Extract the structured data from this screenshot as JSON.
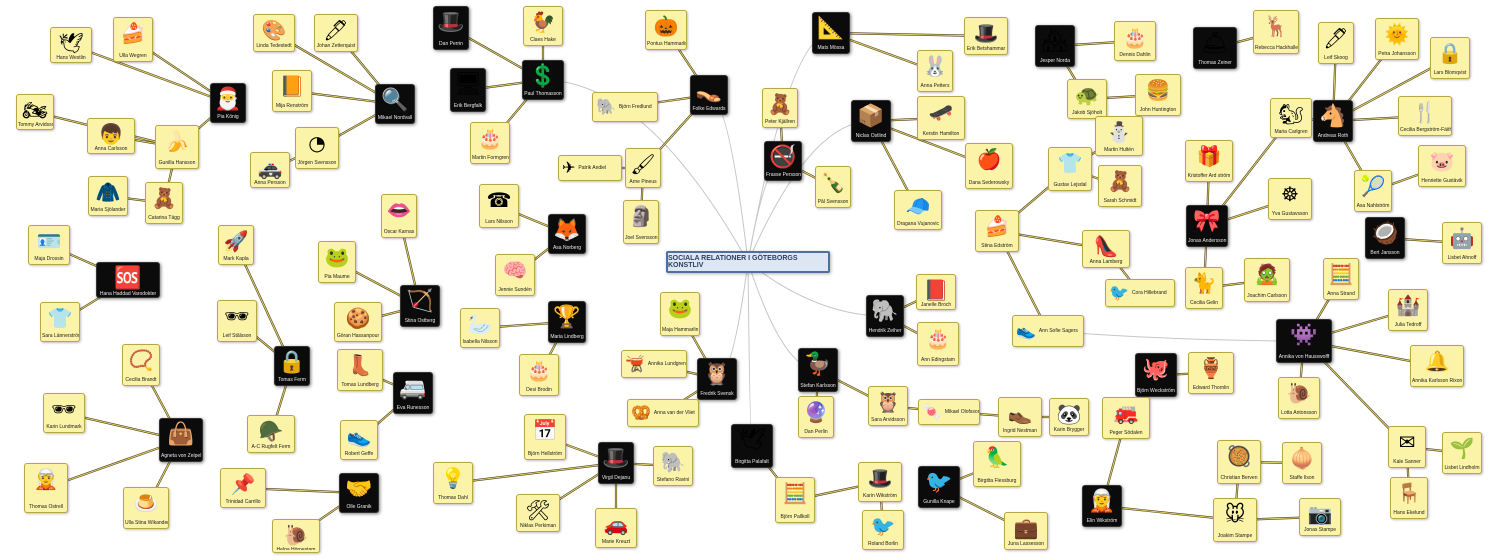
{
  "center": {
    "label": "SOCIALA RELATIONER I GÖTEBORGS KONSTLIV"
  },
  "nodes": [
    {
      "id": "hans_westlin",
      "label": "Hans Westlin",
      "icon": "🕊",
      "icon_name": "seagull-icon"
    },
    {
      "id": "ulla_wegren",
      "label": "Ulla Wegren",
      "icon": "🍰",
      "icon_name": "cake-icon"
    },
    {
      "id": "tommy_arvidsson",
      "label": "Tommy Arvidsson",
      "icon": "🏍",
      "icon_name": "motorbike-icon"
    },
    {
      "id": "anna_carlsson",
      "label": "Anna Carlsson",
      "icon": "👦",
      "icon_name": "face-icon"
    },
    {
      "id": "pia_konig",
      "label": "Pia König",
      "icon": "🎅",
      "icon_name": "santa-hat-icon"
    },
    {
      "id": "gunilla_hansson",
      "label": "Gunilla Hansson",
      "icon": "🍌",
      "icon_name": "banana-icon"
    },
    {
      "id": "maria_sjolander",
      "label": "Maria Sjölander",
      "icon": "🧥",
      "icon_name": "figure-icon"
    },
    {
      "id": "catarina_tagg",
      "label": "Catarina Tägg",
      "icon": "🧸",
      "icon_name": "gummy-bear-icon"
    },
    {
      "id": "linda_tedestedt",
      "label": "Linda Tedestedt",
      "icon": "🎨",
      "icon_name": "palette-icon"
    },
    {
      "id": "johan_zetterquist",
      "label": "Johan Zetterquist",
      "icon": "🖊",
      "icon_name": "pen-icon"
    },
    {
      "id": "mija_renstrom",
      "label": "Mija Renström",
      "icon": "📙",
      "icon_name": "book-icon"
    },
    {
      "id": "mikael_nordvall",
      "label": "Mikael Nordvall",
      "icon": "🔍",
      "icon_name": "magnifier-icon"
    },
    {
      "id": "jorgen_svensson",
      "label": "Jörgen Svensson",
      "icon": "◔",
      "icon_name": "pie-chart-icon"
    },
    {
      "id": "anna_persson",
      "label": "Anna Persson",
      "icon": "🚓",
      "icon_name": "police-car-icon"
    },
    {
      "id": "dan_perrin",
      "label": "Dan Perrin",
      "icon": "🎩",
      "icon_name": "pot-icon"
    },
    {
      "id": "claes_hake",
      "label": "Claes Hake",
      "icon": "🐓",
      "icon_name": "rooster-icon"
    },
    {
      "id": "erik_bergfalk",
      "label": "Erik Bergfalk",
      "icon": "🖥",
      "icon_name": "computer-icon"
    },
    {
      "id": "paul_thomasson",
      "label": "Paul Thomasson",
      "icon": "💲",
      "icon_name": "dollar-coin-icon"
    },
    {
      "id": "martin_formgren",
      "label": "Martin Formgren",
      "icon": "🎂",
      "icon_name": "birthday-cake-icon"
    },
    {
      "id": "pontus_hammarlin",
      "label": "Pontus Hammarlin",
      "icon": "🎃",
      "icon_name": "pumpkin-icon"
    },
    {
      "id": "bjorn_fredlund",
      "label": "Björn Fredlund",
      "icon": "🐘",
      "icon_name": "pink-elephant-icon"
    },
    {
      "id": "folke_edwards",
      "label": "Folke Edwards",
      "icon": "👡",
      "icon_name": "sandal-icon"
    },
    {
      "id": "patrik_andiel",
      "label": "Patrik Andiel",
      "icon": "✈",
      "icon_name": "plane-icon"
    },
    {
      "id": "arne_pineus",
      "label": "Arne Pineus",
      "icon": "🖌",
      "icon_name": "brushes-icon"
    },
    {
      "id": "joel_svensson",
      "label": "Joel Svensson",
      "icon": "🗿",
      "icon_name": "buddha-icon"
    },
    {
      "id": "mats_mossa",
      "label": "Mats Mössa",
      "icon": "📐",
      "icon_name": "triangle-ruler-icon"
    },
    {
      "id": "erik_betshammar",
      "label": "Erik Betshammar",
      "icon": "🎩",
      "icon_name": "top-hat-icon"
    },
    {
      "id": "anna_petters",
      "label": "Anna Petters",
      "icon": "🐰",
      "icon_name": "rabbit-icon"
    },
    {
      "id": "peter_kjallren",
      "label": "Peter Kjällren",
      "icon": "🧸",
      "icon_name": "teddy-bear-icon"
    },
    {
      "id": "frasse_persson",
      "label": "Frasse Persson",
      "icon": "🚭",
      "icon_name": "no-sign-icon"
    },
    {
      "id": "pal_svensson",
      "label": "Pål Svensson",
      "icon": "🍾",
      "icon_name": "bottle-icon"
    },
    {
      "id": "niclas_ostlind",
      "label": "Niclas Östlind",
      "icon": "📦",
      "icon_name": "box-icon"
    },
    {
      "id": "kerstin_hamilton",
      "label": "Kerstin Hamilton",
      "icon": "🛹",
      "icon_name": "skateboard-icon"
    },
    {
      "id": "dana_sederowsky",
      "label": "Dana Sederowsky",
      "icon": "🍎",
      "icon_name": "apple-icon"
    },
    {
      "id": "dragana_vujanovic",
      "label": "Dragana Vujanovic",
      "icon": "🧢",
      "icon_name": "cap-icon"
    },
    {
      "id": "jesper_norda",
      "label": "Jesper Norda",
      "icon": "🏘",
      "icon_name": "house-icon"
    },
    {
      "id": "dennis_dahlin",
      "label": "Dennis Dahlin",
      "icon": "🎂",
      "icon_name": "pink-cake-icon"
    },
    {
      "id": "jakob_sjoholt",
      "label": "Jakob Sjöholt",
      "icon": "🐢",
      "icon_name": "turtle-icon"
    },
    {
      "id": "john_huntington",
      "label": "John Huntington",
      "icon": "🍔",
      "icon_name": "burger-icon"
    },
    {
      "id": "martin_hultén",
      "label": "Martin Hultén",
      "icon": "⛄",
      "icon_name": "snowman-icon"
    },
    {
      "id": "gustav_lejsdal",
      "label": "Gustav Lejsdal",
      "icon": "👕",
      "icon_name": "shirt-icon"
    },
    {
      "id": "sarah_schmidt",
      "label": "Sarah Schmidt",
      "icon": "🧸",
      "icon_name": "bear-icon"
    },
    {
      "id": "stina_edstrom",
      "label": "Stina Edström",
      "icon": "🍰",
      "icon_name": "cake-slice-icon"
    },
    {
      "id": "anna_lamberg",
      "label": "Anna Lamberg",
      "icon": "👠",
      "icon_name": "shoe-icon"
    },
    {
      "id": "cora_hillebrand",
      "label": "Cora Hillebrand",
      "icon": "🐦",
      "icon_name": "toucan-icon"
    },
    {
      "id": "thomas_zeiner",
      "label": "Thomas Zeiner",
      "icon": "🛎",
      "icon_name": "bell-icon"
    },
    {
      "id": "rebecca_hackhaller",
      "label": "Rebecca Hackhaller",
      "icon": "🦌",
      "icon_name": "reindeer-icon"
    },
    {
      "id": "leif_skoog",
      "label": "Leif Skoog",
      "icon": "🖊",
      "icon_name": "pen-icon"
    },
    {
      "id": "petra_johansson",
      "label": "Petra Johansson",
      "icon": "🌞",
      "icon_name": "sun-icon"
    },
    {
      "id": "lars_blomqvist",
      "label": "Lars Blomqvist",
      "icon": "🔒",
      "icon_name": "lock-icon"
    },
    {
      "id": "maria_carlgren",
      "label": "Maria Carlgren",
      "icon": "🐿",
      "icon_name": "squirrel-icon"
    },
    {
      "id": "andreas_roth",
      "label": "Andreas Roth",
      "icon": "🐴",
      "icon_name": "rocking-horse-icon"
    },
    {
      "id": "cecilia_bergstrom",
      "label": "Cecilia Bergström-Fäith",
      "icon": "🍴",
      "icon_name": "cutlery-icon"
    },
    {
      "id": "kristoffer_ardstrom",
      "label": "Kristoffer Ard ström",
      "icon": "🎁",
      "icon_name": "gift-icon"
    },
    {
      "id": "henriette_gustavik",
      "label": "Henriette Gustävik",
      "icon": "🐷",
      "icon_name": "piggy-icon"
    },
    {
      "id": "asa_nahlström",
      "label": "Åsa Nahlström",
      "icon": "🎾",
      "icon_name": "racket-icon"
    },
    {
      "id": "jonas_andersson",
      "label": "Jonas Andersson",
      "icon": "🎀",
      "icon_name": "ribbon-icon"
    },
    {
      "id": "yva_gustavsson",
      "label": "Yva Gustavsson",
      "icon": "☸",
      "icon_name": "ship-wheel-icon"
    },
    {
      "id": "bert_jansson",
      "label": "Bert Jansson",
      "icon": "🥥",
      "icon_name": "coconut-icon"
    },
    {
      "id": "lisbet_ahnoff",
      "label": "Lisbet Ahnoff",
      "icon": "🤖",
      "icon_name": "robot-icon"
    },
    {
      "id": "cecilia_gelin",
      "label": "Cecilia Gelin",
      "icon": "🐈",
      "icon_name": "cat-icon"
    },
    {
      "id": "joachim_carlsson",
      "label": "Joachim Carlsson",
      "icon": "🧟",
      "icon_name": "monster-icon"
    },
    {
      "id": "maja_drossin",
      "label": "Maja Drossin",
      "icon": "🪪",
      "icon_name": "id-card-icon"
    },
    {
      "id": "hana_haddad",
      "label": "Hana Haddad Varodokter",
      "icon": "🆘",
      "icon_name": "help-button-icon"
    },
    {
      "id": "sara_lanneström",
      "label": "Sara Lännerström",
      "icon": "👕",
      "icon_name": "shirt-icon"
    },
    {
      "id": "mark_kapla",
      "label": "Mark Kapla",
      "icon": "🚀",
      "icon_name": "rocket-icon"
    },
    {
      "id": "leif_stalsson",
      "label": "Leif Stålsson",
      "icon": "🕶",
      "icon_name": "sunglasses-icon"
    },
    {
      "id": "tomas_ferm",
      "label": "Tomas Ferm",
      "icon": "🔒",
      "icon_name": "padlock-icon"
    },
    {
      "id": "ac_rugfelt",
      "label": "A-C Rugfelt Ferm",
      "icon": "🪖",
      "icon_name": "tank-icon"
    },
    {
      "id": "oscar_karnas",
      "label": "Oscar Karnas",
      "icon": "👄",
      "icon_name": "lips-icon"
    },
    {
      "id": "pia_maume",
      "label": "Pia Maume",
      "icon": "🐸",
      "icon_name": "frog-icon"
    },
    {
      "id": "stina_ostberg",
      "label": "Stina Östberg",
      "icon": "🏹",
      "icon_name": "lasso-icon"
    },
    {
      "id": "goran_hassanpour",
      "label": "Göran Hassanpour",
      "icon": "🍪",
      "icon_name": "cookie-icon"
    },
    {
      "id": "tomas_lundberg",
      "label": "Tomas Lundberg",
      "icon": "👢",
      "icon_name": "boots-icon"
    },
    {
      "id": "eva_runesson",
      "label": "Eva Runesson",
      "icon": "🚐",
      "icon_name": "bus-icon"
    },
    {
      "id": "robert_geffe",
      "label": "Robert Geffe",
      "icon": "👟",
      "icon_name": "sneakers-icon"
    },
    {
      "id": "cecilia_brandt",
      "label": "Cecilia Brandt",
      "icon": "📿",
      "icon_name": "bracelet-icon"
    },
    {
      "id": "karin_lundmark",
      "label": "Karin Lundmark",
      "icon": "🕶",
      "icon_name": "glasses-icon"
    },
    {
      "id": "agneta_von_zeipel",
      "label": "Agneta von Zeipel",
      "icon": "👜",
      "icon_name": "bag-icon"
    },
    {
      "id": "thomas_ostrell",
      "label": "Thomas Östrell",
      "icon": "🧝",
      "icon_name": "leprechaun-icon"
    },
    {
      "id": "ulla_stina",
      "label": "Ulla Stina Wikander",
      "icon": "🍮",
      "icon_name": "jelly-icon"
    },
    {
      "id": "trinidad_carrillo",
      "label": "Trinidad Carrillo",
      "icon": "📌",
      "icon_name": "pin-icon"
    },
    {
      "id": "olle_granik",
      "label": "Olle Granik",
      "icon": "🤝",
      "icon_name": "hands-icon"
    },
    {
      "id": "helga_hornestam",
      "label": "Helga Hörnestam",
      "icon": "🐌",
      "icon_name": "snail-icon"
    },
    {
      "id": "lars_nilsson",
      "label": "Lars Nilsson",
      "icon": "☎",
      "icon_name": "phone-icon"
    },
    {
      "id": "asa_norberg",
      "label": "Åsa Norberg",
      "icon": "🦊",
      "icon_name": "fox-icon"
    },
    {
      "id": "jennie_sundén",
      "label": "Jennie Sundén",
      "icon": "🧠",
      "icon_name": "head-icon"
    },
    {
      "id": "isabella_nilsson",
      "label": "Isabella Nilsson",
      "icon": "🦢",
      "icon_name": "swan-icon"
    },
    {
      "id": "maria_lindberg",
      "label": "Maria Lindberg",
      "icon": "🏆",
      "icon_name": "trophy-icon"
    },
    {
      "id": "desi_brodin",
      "label": "Desi Brodin",
      "icon": "🎂",
      "icon_name": "cake-icon"
    },
    {
      "id": "maja_hammarlin",
      "label": "Maja Hammarlin",
      "icon": "🐸",
      "icon_name": "frog-icon"
    },
    {
      "id": "annika_lundgren",
      "label": "Annika Lundgren",
      "icon": "🫕",
      "icon_name": "cauldron-icon"
    },
    {
      "id": "fredrik_svensk",
      "label": "Fredrik Svensk",
      "icon": "🦉",
      "icon_name": "owl-icon"
    },
    {
      "id": "anna_van_der_vliet",
      "label": "Anna van der Vliet",
      "icon": "🥨",
      "icon_name": "pretzel-icon"
    },
    {
      "id": "bjorn_hellström",
      "label": "Björn Hellström",
      "icon": "📅",
      "icon_name": "calendar-icon"
    },
    {
      "id": "stefano_ravini",
      "label": "Stefano Ravini",
      "icon": "🐘",
      "icon_name": "elephant-icon"
    },
    {
      "id": "thomas_dahl",
      "label": "Thomas Dahl",
      "icon": "💡",
      "icon_name": "bulb-icon"
    },
    {
      "id": "virgil_dejanu",
      "label": "Virgil Dejanu",
      "icon": "🎩",
      "icon_name": "green-hat-icon"
    },
    {
      "id": "niklas_perkiman",
      "label": "Niklas Perkiman",
      "icon": "🛠",
      "icon_name": "tools-icon"
    },
    {
      "id": "marie_kreuzt",
      "label": "Marie Kreuzt",
      "icon": "🚗",
      "icon_name": "car-icon"
    },
    {
      "id": "birgitta_palafalt",
      "label": "Birgitta Palafalt",
      "icon": "🕊",
      "icon_name": "dove-icon"
    },
    {
      "id": "bjorn_pallkoll",
      "label": "Björn Pallkoll",
      "icon": "🧮",
      "icon_name": "calculator-icon"
    },
    {
      "id": "karin_wikström",
      "label": "Karin Wikström",
      "icon": "🎩",
      "icon_name": "red-hat-icon"
    },
    {
      "id": "roland_borlin",
      "label": "Roland Borlin",
      "icon": "🐦",
      "icon_name": "bird-icon"
    },
    {
      "id": "stefan_karlsson",
      "label": "Stefan Karlsson",
      "icon": "🦆",
      "icon_name": "duck-icon"
    },
    {
      "id": "dan_perlin",
      "label": "Dan Perlin",
      "icon": "🔮",
      "icon_name": "balls-icon"
    },
    {
      "id": "sara_arvidsson",
      "label": "Sara Arvidsson",
      "icon": "🦉",
      "icon_name": "owl-icon"
    },
    {
      "id": "mikael_olofsson",
      "label": "Mikael Olofsson",
      "icon": "🍬",
      "icon_name": "candy-icon"
    },
    {
      "id": "ingrid_nestman",
      "label": "Ingrid Nestman",
      "icon": "👞",
      "icon_name": "slippers-icon"
    },
    {
      "id": "karin_brygger",
      "label": "Karin Brygger",
      "icon": "🐼",
      "icon_name": "panda-icon"
    },
    {
      "id": "gunilla_knape",
      "label": "Gunilla Knape",
      "icon": "🐦",
      "icon_name": "toucan-icon"
    },
    {
      "id": "birgitta_flessburg",
      "label": "Birgitta Flessburg",
      "icon": "🦜",
      "icon_name": "toucan-icon"
    },
    {
      "id": "juna_lassesson",
      "label": "Juna Lassesson",
      "icon": "💼",
      "icon_name": "briefcase-icon"
    },
    {
      "id": "hendrik_zeiher",
      "label": "Hendrik Zeiher",
      "icon": "🐘",
      "icon_name": "elephant-icon"
    },
    {
      "id": "janelle_broch",
      "label": "Janelle Broch",
      "icon": "📕",
      "icon_name": "book-icon"
    },
    {
      "id": "ann_edingstam",
      "label": "Ann Edingstam",
      "icon": "🎂",
      "icon_name": "birthday-cake-icon"
    },
    {
      "id": "ann_sofie_sagers",
      "label": "Ann Sofie Sagers",
      "icon": "👟",
      "icon_name": "sneaker-icon"
    },
    {
      "id": "bjorn_weckström",
      "label": "Björn Weckström",
      "icon": "🐙",
      "icon_name": "octopus-icon"
    },
    {
      "id": "edward_thornlin",
      "label": "Edward Thornlin",
      "icon": "🏺",
      "icon_name": "vase-icon"
    },
    {
      "id": "annika_von_hausswolff",
      "label": "Annika von Hausswolff",
      "icon": "👾",
      "icon_name": "monster-icon"
    },
    {
      "id": "anna_strand",
      "label": "Anna Strand",
      "icon": "🧮",
      "icon_name": "calculator-icon"
    },
    {
      "id": "julia_tedroff",
      "label": "Julia Tedroff",
      "icon": "🏰",
      "icon_name": "castle-icon"
    },
    {
      "id": "annika_karlsson_rixon",
      "label": "Annika Karlsson Rixon",
      "icon": "🔔",
      "icon_name": "bells-icon"
    },
    {
      "id": "lotta_antonsson",
      "label": "Lotta Antonsson",
      "icon": "🐌",
      "icon_name": "snail-icon"
    },
    {
      "id": "kale_sanner",
      "label": "Kale Sanner",
      "icon": "✉",
      "icon_name": "envelope-icon"
    },
    {
      "id": "lisbet_lindholm",
      "label": "Lisbet Lindholm",
      "icon": "🌱",
      "icon_name": "plant-icon"
    },
    {
      "id": "hans_ekelund",
      "label": "Hans Ekelund",
      "icon": "🪑",
      "icon_name": "desk-icon"
    },
    {
      "id": "peger_sodalen",
      "label": "Peger Södalen",
      "icon": "🚒",
      "icon_name": "fire-truck-icon"
    },
    {
      "id": "christian_berven",
      "label": "Christian Berven",
      "icon": "🥘",
      "icon_name": "pot-icon"
    },
    {
      "id": "staffe_ilson",
      "label": "Staffe Ilson",
      "icon": "🧅",
      "icon_name": "onion-icon"
    },
    {
      "id": "elin_wikström",
      "label": "Elin Wikström",
      "icon": "🧝",
      "icon_name": "elf-icon"
    },
    {
      "id": "joakim_stampe",
      "label": "Joakim Stampe",
      "icon": "🐭",
      "icon_name": "mouse-icon"
    },
    {
      "id": "jonas_stampe",
      "label": "Jonas Stampe",
      "icon": "📷",
      "icon_name": "camera-icon"
    }
  ]
}
